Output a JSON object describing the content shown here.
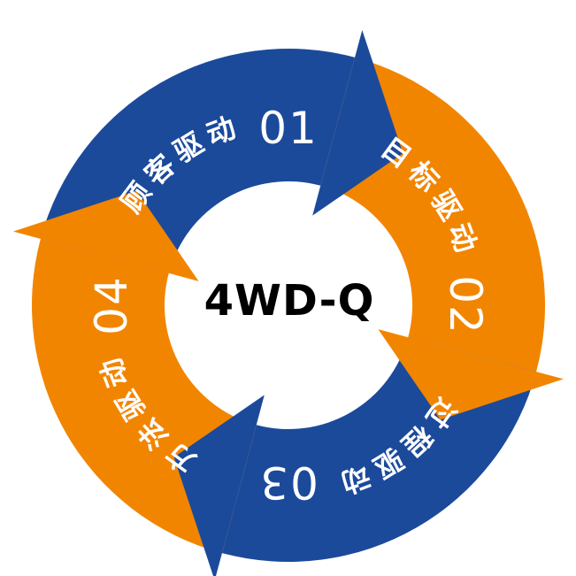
{
  "diagram": {
    "type": "cycle",
    "direction": "clockwise",
    "center_label": "4WD-Q",
    "segments": [
      {
        "number": "01",
        "label": "顾客驱动",
        "color": "blue"
      },
      {
        "number": "02",
        "label": "目标驱动",
        "color": "orange"
      },
      {
        "number": "03",
        "label": "过程驱动",
        "color": "blue"
      },
      {
        "number": "04",
        "label": "方法驱动",
        "color": "orange"
      }
    ]
  },
  "colors": {
    "blue": "#1B4A9B",
    "orange": "#F28500",
    "ring_text": "#FFFFFF",
    "center_text": "#000000",
    "background": "#FFFFFF"
  }
}
